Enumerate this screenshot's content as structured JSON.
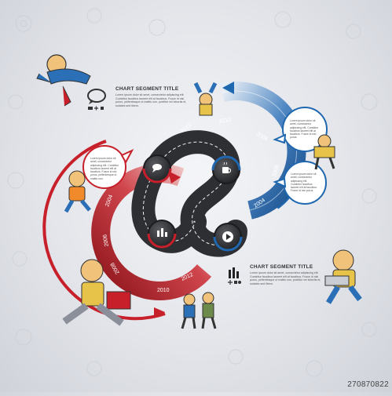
{
  "segments": [
    {
      "title": "CHART SEGMENT TITLE",
      "body": "Lorem ipsum dolor sit amet, consectetur adipiscing elit. Curabitur faucibus laoreet elit at faucibus. Fusce id nisi purus, pellentesque ut mattis non, porttitor vel lobortis et, sodales sed libero."
    },
    {
      "title": "CHART SEGMENT TITLE",
      "body": "Lorem ipsum dolor sit amet, consectetur adipiscing elit. Curabitur faucibus laoreet elit at faucibus. Fusce id nisi purus, pellentesque ut mattis non, porttitor vel lobortis et, sodales sed libero."
    }
  ],
  "bubbles": [
    {
      "text": "Lorem ipsum dolor sit amet, consectetur adipiscing elit. Curabitur faucibus laoreet elit at faucibus. Fusce id nisi purus, pellentesque ut mattis non."
    },
    {
      "text": "Lorem ipsum dolor sit amet, consectetur adipiscing elit. Curabitur faucibus laoreet elit at faucibus. Fusce id nisi purus."
    },
    {
      "text": "Lorem ipsum dolor sit amet, consectetur adipiscing elit. Curabitur faucibus laoreet elit at faucibus. Fusce id nisi purus."
    }
  ],
  "blue_ring_years": [
    "2010",
    "2012",
    "2008",
    "2006",
    "2004"
  ],
  "red_ring_years": [
    "2004",
    "2006",
    "2008",
    "2010",
    "2012"
  ],
  "icons": {
    "top_hub": "chat-bubble-icon",
    "right_hub": "coffee-cup-icon",
    "left_hub": "bar-chart-icon",
    "bottom_hub": "play-icon"
  },
  "colors": {
    "blue_ring": "#1f67ae",
    "red_ring": "#c8202a",
    "road": "#2e2f33",
    "hub": "#3a3b3f"
  },
  "watermark": "270870822"
}
